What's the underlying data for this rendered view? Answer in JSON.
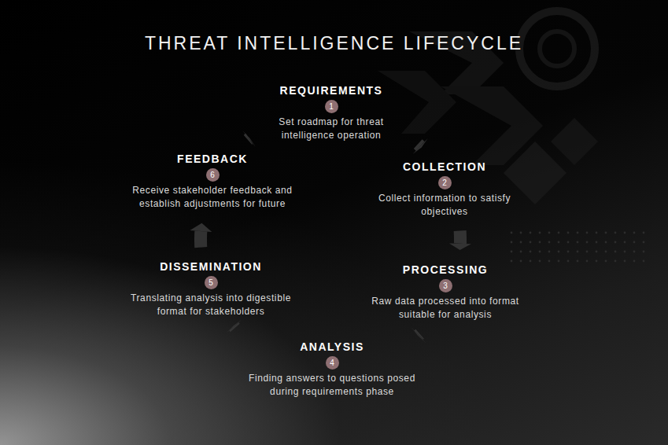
{
  "diagram": {
    "title": "THREAT INTELLIGENCE LIFECYCLE",
    "nodes": [
      {
        "text": [
          "REQUIREMENTS",
          "1",
          "Set roadmap for threat intelligence operation"
        ]
      },
      {
        "text": [
          "COLLECTION",
          "2",
          "Collect information to satisfy objectives"
        ]
      },
      {
        "text": [
          "PROCESSING",
          "3",
          "Raw data processed into format suitable for analysis"
        ]
      },
      {
        "text": [
          "ANALYSIS",
          "4",
          "Finding answers to questions posed during requirements phase"
        ]
      },
      {
        "text": [
          "DISSEMINATION",
          "5",
          "Translating analysis into digestible format for stakeholders"
        ]
      },
      {
        "text": [
          "FEEDBACK",
          "6",
          "Receive stakeholder feedback and establish adjustments for future"
        ]
      }
    ],
    "edges": [
      {
        "from": 0,
        "to": 1,
        "arrow": "to"
      },
      {
        "from": 1,
        "to": 2,
        "arrow": "to"
      },
      {
        "from": 2,
        "to": 3,
        "arrow": "to"
      },
      {
        "from": 3,
        "to": 4,
        "arrow": "to"
      },
      {
        "from": 4,
        "to": 5,
        "arrow": "to"
      },
      {
        "from": 5,
        "to": 0,
        "arrow": "to"
      }
    ]
  }
}
